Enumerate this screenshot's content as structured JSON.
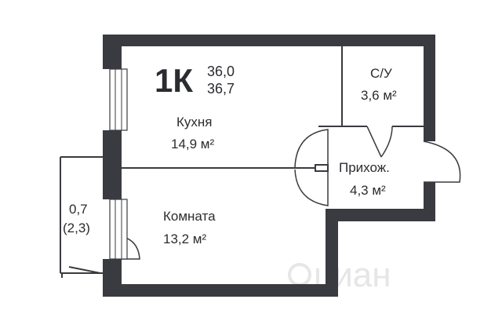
{
  "unit": {
    "type_label": "1К",
    "total_area": "36,0",
    "total_area_with_balcony": "36,7"
  },
  "rooms": {
    "kitchen": {
      "name": "Кухня",
      "area": "14,9 м²"
    },
    "room": {
      "name": "Комната",
      "area": "13,2 м²"
    },
    "bathroom": {
      "name": "С/У",
      "area": "3,6 м²"
    },
    "hallway": {
      "name": "Прихож.",
      "area": "4,3 м²"
    }
  },
  "balcony": {
    "area": "0,7",
    "area_full": "(2,3)"
  },
  "watermark": "циан",
  "colors": {
    "wall": "#3a3b40",
    "background": "#ffffff",
    "text": "#2b2c30"
  }
}
